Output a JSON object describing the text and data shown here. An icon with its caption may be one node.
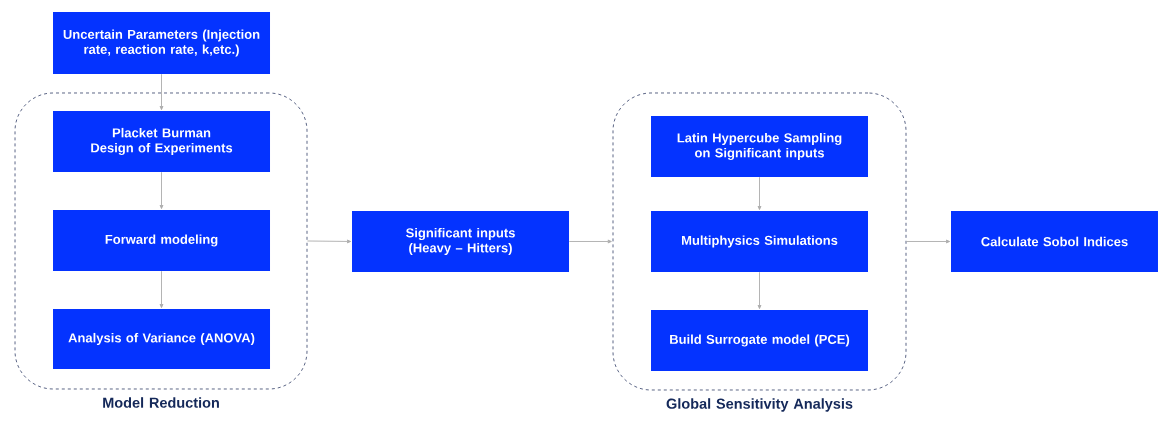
{
  "diagram": {
    "nodes": [
      {
        "text": [
          "Uncertain Parameters (Injection rate, reaction rate, k,etc.)"
        ]
      },
      {
        "text": [
          "Model Reduction"
        ]
      },
      {
        "text": [
          "Placket Burman Design of Experiments"
        ],
        "in": 1
      },
      {
        "text": [
          "Forward modeling"
        ],
        "in": 1
      },
      {
        "text": [
          "Analysis of Variance (ANOVA)"
        ],
        "in": 1
      },
      {
        "text": [
          "Significant inputs (Heavy – Hitters)"
        ]
      },
      {
        "text": [
          "Global Sensitivity Analysis"
        ]
      },
      {
        "text": [
          "Latin Hypercube Sampling on Significant inputs"
        ],
        "in": 6
      },
      {
        "text": [
          "Multiphysics Simulations"
        ],
        "in": 6
      },
      {
        "text": [
          "Build Surrogate model (PCE)"
        ],
        "in": 6
      },
      {
        "text": [
          "Calculate Sobol Indices"
        ]
      }
    ],
    "edges": [
      {
        "from": 0,
        "to": 2,
        "arrow": "to"
      },
      {
        "from": 2,
        "to": 3,
        "arrow": "to"
      },
      {
        "from": 3,
        "to": 4,
        "arrow": "to"
      },
      {
        "from": 1,
        "to": 5,
        "arrow": "to"
      },
      {
        "from": 5,
        "to": 6,
        "arrow": "to"
      },
      {
        "from": 7,
        "to": 8,
        "arrow": "to"
      },
      {
        "from": 8,
        "to": 9,
        "arrow": "to"
      },
      {
        "from": 6,
        "to": 10,
        "arrow": "to"
      }
    ]
  }
}
